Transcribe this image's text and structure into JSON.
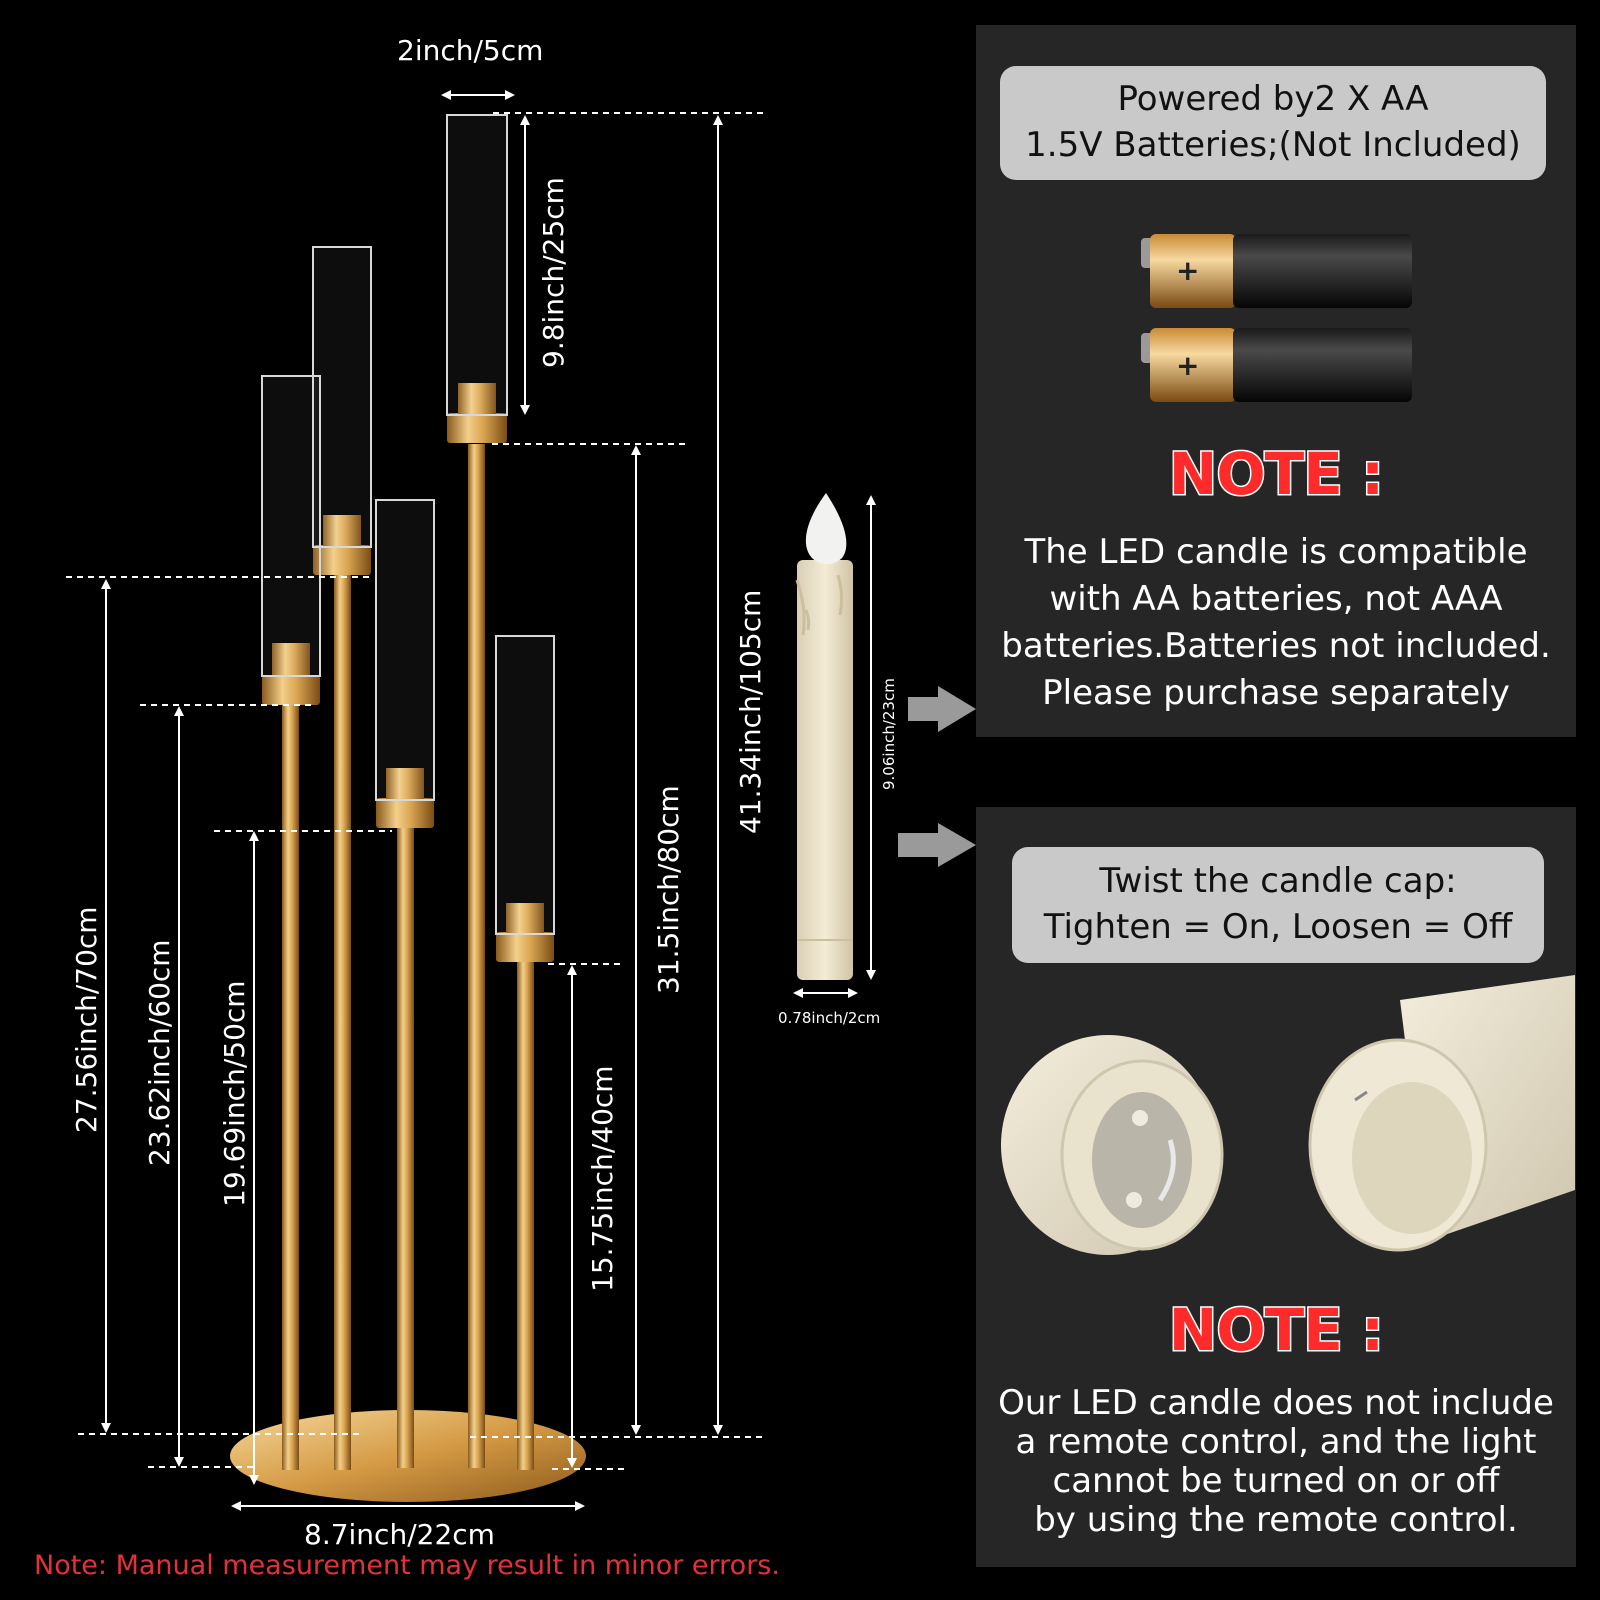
{
  "battery_panel": {
    "pill_line1": "Powered by2 X AA",
    "pill_line2": "1.5V Batteries;(Not Included)",
    "battery_icon": "aa-battery-icon",
    "plus_sign": "+",
    "note_title": "NOTE :",
    "note_lines": [
      "The LED candle is compatible",
      "with AA batteries, not AAA",
      "batteries.Batteries not included.",
      "Please purchase separately"
    ]
  },
  "cap_panel": {
    "pill_line1": "Twist the candle cap:",
    "pill_line2": "Tighten = On, Loosen = Off",
    "note_title": "NOTE :",
    "note_lines": [
      "Our LED candle does not include",
      "a remote control, and the light",
      "cannot be turned on or off",
      "by using the remote control."
    ]
  },
  "dimensions": {
    "tube_width": "2inch/5cm",
    "tube_height": "9.8inch/25cm",
    "total_height": "41.34inch/105cm",
    "arm_80": "31.5inch/80cm",
    "arm_70": "27.56inch/70cm",
    "arm_60": "23.62inch/60cm",
    "arm_50": "19.69inch/50cm",
    "arm_40": "15.75inch/40cm",
    "base_width": "8.7inch/22cm",
    "candle_height": "9.06inch/23cm",
    "candle_width": "0.78inch/2cm"
  },
  "footnote": "Note: Manual measurement may result in minor errors.",
  "colors": {
    "gold": "#d9a552",
    "panel": "#262626",
    "pill": "#c9c9c9",
    "note_red": "#ff2a2a",
    "footnote_red": "#e5303a"
  }
}
